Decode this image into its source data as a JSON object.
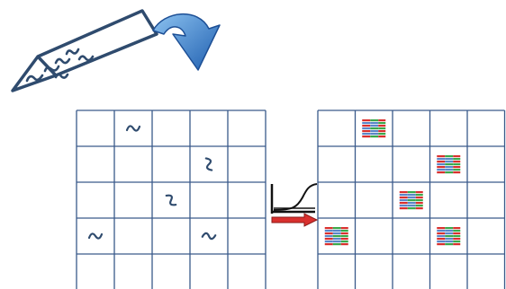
{
  "figure": {
    "accent_color": "#2f4b6e",
    "grid_line_color": "#3a5a8a",
    "arrow_blue": "#3a78c8",
    "arrow_red": "#d9302e",
    "icons": {
      "strip_tube": "tube-with-squiggle-molecules-icon",
      "down_arrow": "curved-down-arrow-icon",
      "amplification": "amplification-curve-arrow-icon",
      "cluster": "colored-sequence-cluster-icon",
      "molecule": "squiggle-molecule-icon"
    }
  },
  "left_grid": {
    "rows": 5,
    "cols": 5,
    "molecule_cells": [
      [
        0,
        1
      ],
      [
        1,
        3
      ],
      [
        2,
        2
      ],
      [
        3,
        0
      ],
      [
        3,
        3
      ]
    ]
  },
  "right_grid": {
    "rows": 5,
    "cols": 5,
    "cluster_cells": [
      [
        0,
        1
      ],
      [
        1,
        3
      ],
      [
        2,
        2
      ],
      [
        3,
        0
      ],
      [
        3,
        3
      ]
    ]
  }
}
